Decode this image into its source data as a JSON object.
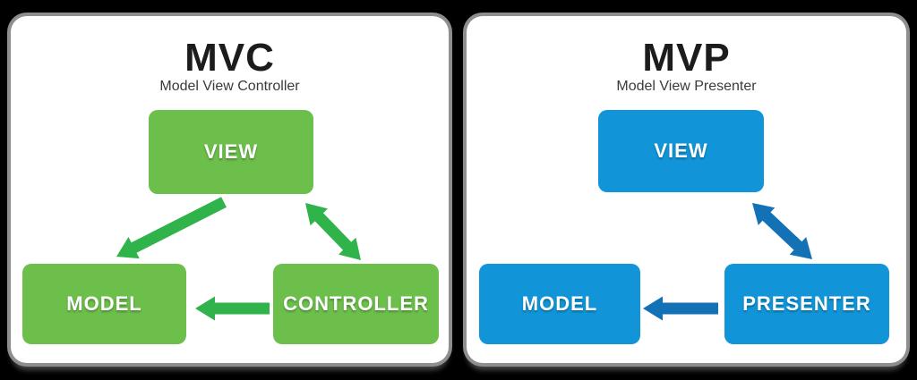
{
  "page": {
    "background_color": "#000000",
    "panel_background": "#ffffff",
    "panel_border_color": "#8e8e8e"
  },
  "panels": [
    {
      "id": "mvc",
      "title": "MVC",
      "subtitle": "Model View Controller",
      "node_color": "#6cbf4b",
      "arrow_color": "#2fb34a",
      "nodes": [
        {
          "id": "view",
          "label": "VIEW"
        },
        {
          "id": "model",
          "label": "MODEL"
        },
        {
          "id": "controller",
          "label": "CONTROLLER"
        }
      ],
      "edges": [
        {
          "id": "view-model",
          "from": "VIEW",
          "to": "MODEL",
          "bidirectional": false
        },
        {
          "id": "view-controller",
          "from": "VIEW",
          "to": "CONTROLLER",
          "bidirectional": true
        },
        {
          "id": "controller-model",
          "from": "CONTROLLER",
          "to": "MODEL",
          "bidirectional": false
        }
      ]
    },
    {
      "id": "mvp",
      "title": "MVP",
      "subtitle": "Model View Presenter",
      "node_color": "#1195d8",
      "arrow_color": "#1371b6",
      "nodes": [
        {
          "id": "view",
          "label": "VIEW"
        },
        {
          "id": "model",
          "label": "MODEL"
        },
        {
          "id": "presenter",
          "label": "PRESENTER"
        }
      ],
      "edges": [
        {
          "id": "view-presenter",
          "from": "VIEW",
          "to": "PRESENTER",
          "bidirectional": true
        },
        {
          "id": "presenter-model",
          "from": "PRESENTER",
          "to": "MODEL",
          "bidirectional": false
        }
      ]
    }
  ]
}
